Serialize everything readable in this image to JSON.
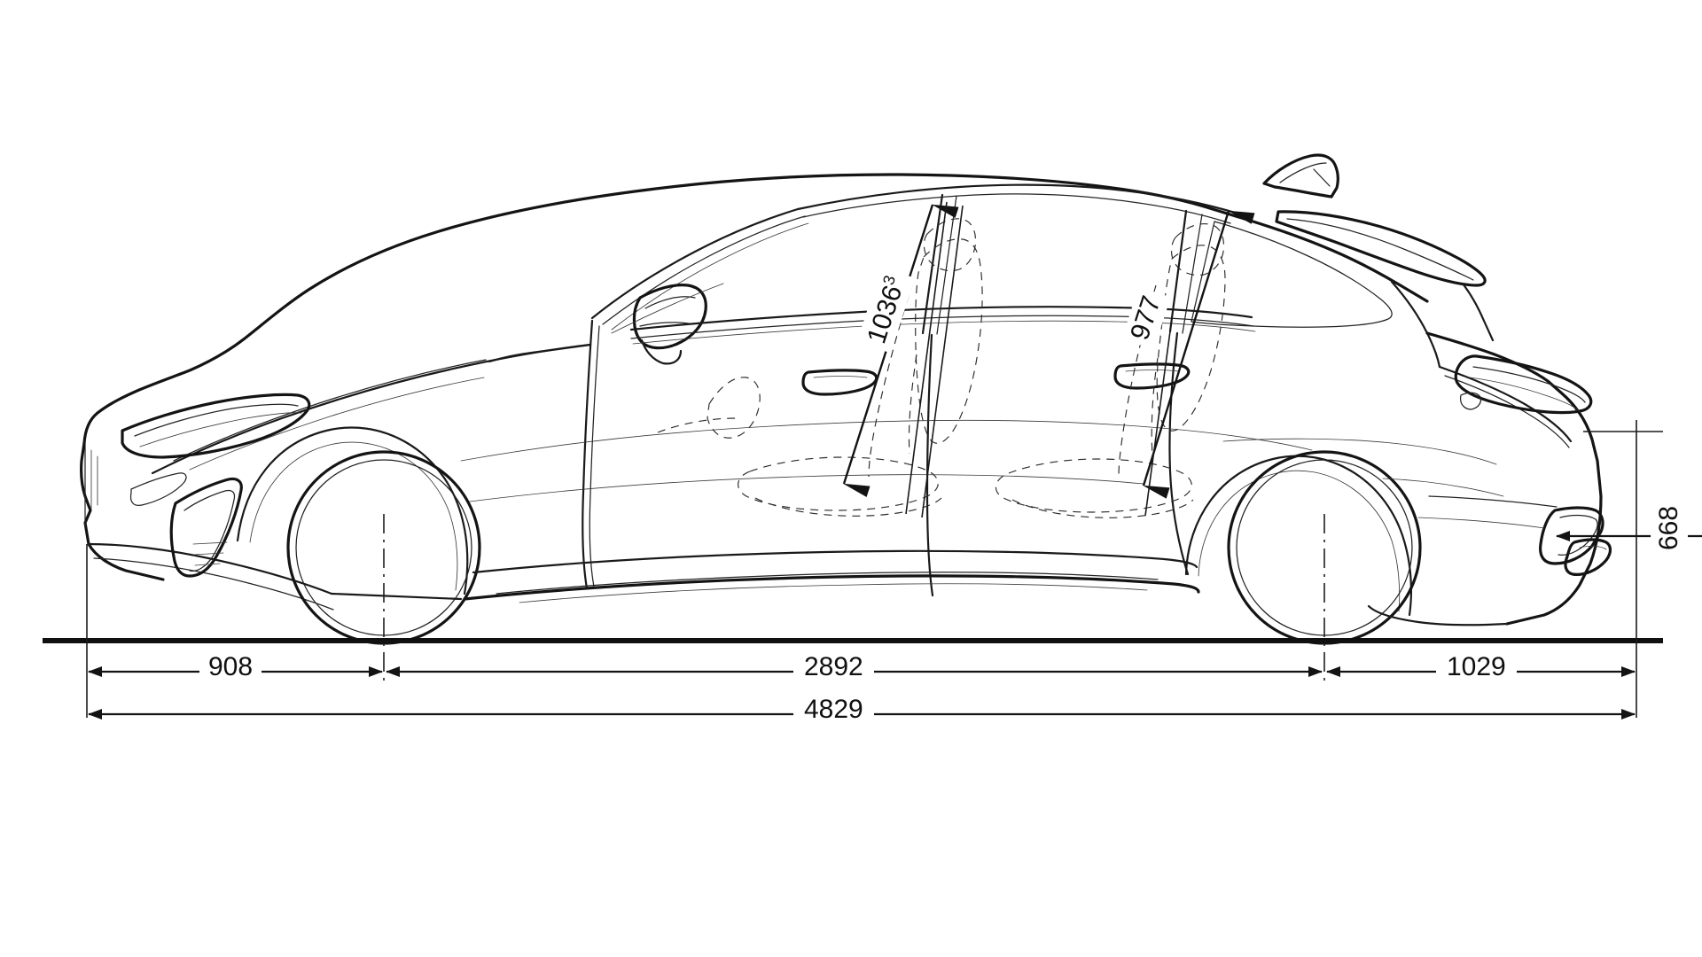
{
  "drawing": {
    "title": "Vehicle side profile technical dimension drawing",
    "subject": "performance estate / sport wagon side elevation",
    "units": "mm",
    "line_color": "#1a1a1a",
    "background_color": "#ffffff"
  },
  "dimensions": {
    "front_overhang": {
      "label": "908",
      "name": "front-overhang",
      "orientation": "horizontal",
      "row": "axle-row"
    },
    "wheelbase": {
      "label": "2892",
      "name": "wheelbase",
      "orientation": "horizontal",
      "row": "axle-row"
    },
    "rear_overhang": {
      "label": "1029",
      "name": "rear-overhang",
      "orientation": "horizontal",
      "row": "axle-row"
    },
    "overall_length": {
      "label": "4829",
      "name": "overall-length",
      "orientation": "horizontal",
      "row": "total-row"
    },
    "rear_height": {
      "label": "668",
      "name": "rear-body-height",
      "orientation": "vertical",
      "row": "right-column"
    },
    "front_headroom": {
      "label": "1036",
      "superscript": "3",
      "name": "front-headroom",
      "orientation": "diagonal"
    },
    "rear_headroom": {
      "label": "977",
      "name": "rear-headroom",
      "orientation": "diagonal"
    }
  },
  "features": {
    "front_wheel": "front-wheel",
    "rear_wheel": "rear-wheel",
    "side_mirror": "side-mirror",
    "roof_antenna": "shark-fin-antenna",
    "roof_spoiler": "roof-spoiler",
    "front_door_handle": "front-door-handle",
    "rear_door_handle": "rear-door-handle",
    "headlight": "headlight",
    "taillight": "taillight",
    "front_air_intake": "front-air-intake",
    "rear_diffuser": "rear-diffuser",
    "exhaust_outlet": "exhaust-outlet",
    "side_sill": "side-sill",
    "ground_line": "ground-line",
    "front_seat": "front-seat-outline",
    "rear_seat": "rear-seat-outline"
  }
}
